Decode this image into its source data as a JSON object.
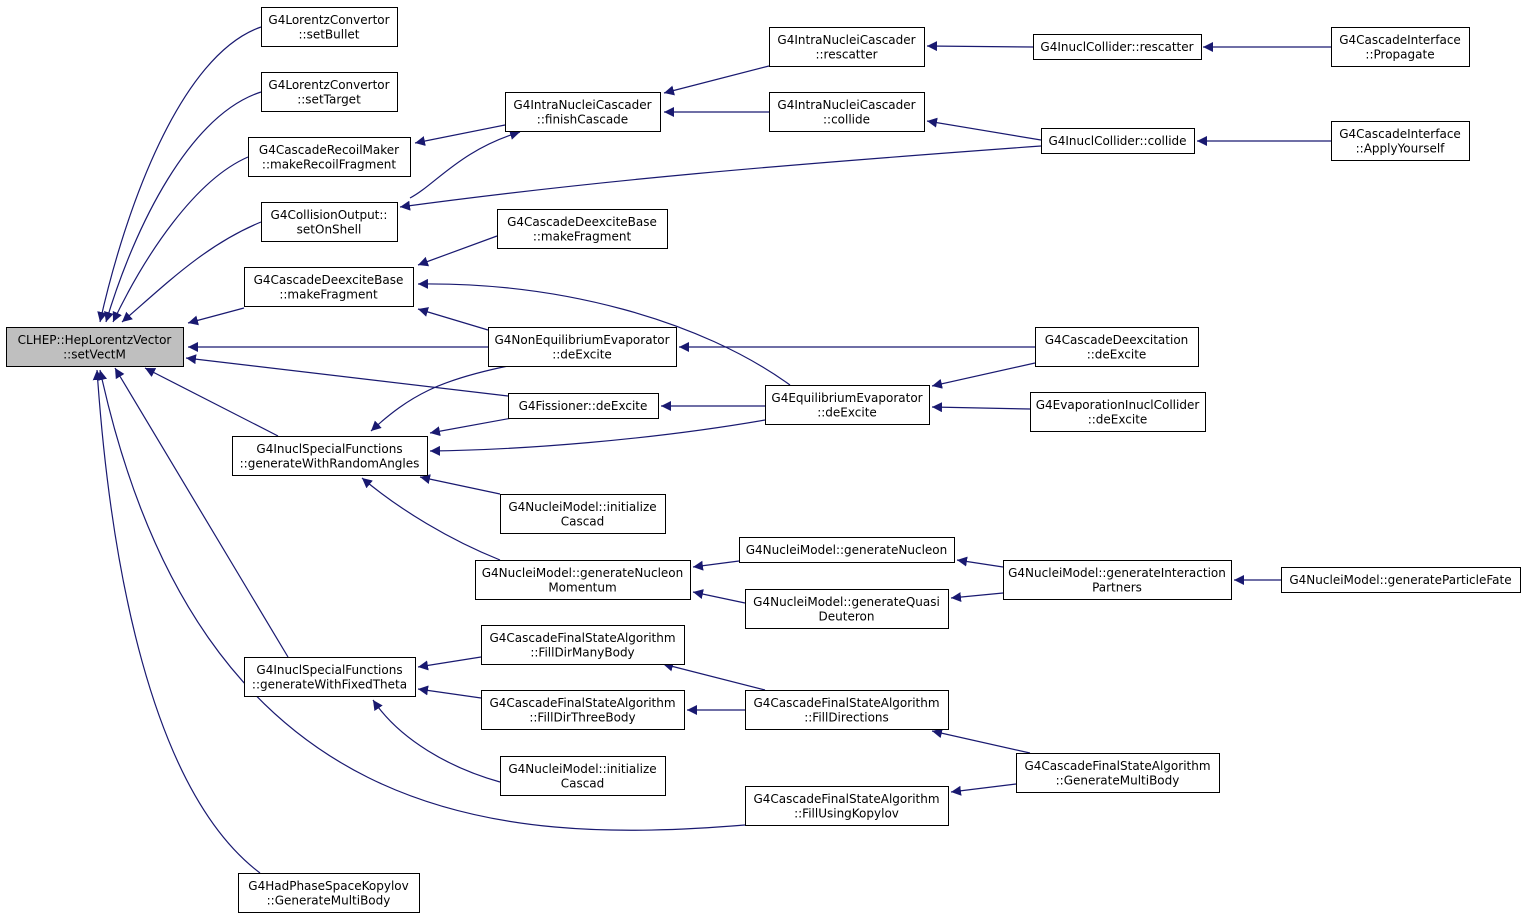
{
  "colors": {
    "edge": "#191970",
    "root_fill": "#bfbfbf",
    "node_fill": "#ffffff",
    "border": "#000000"
  },
  "nodes": [
    {
      "id": "root",
      "lines": [
        "CLHEP::HepLorentzVector",
        "::setVectM"
      ]
    },
    {
      "id": "setBullet",
      "lines": [
        "G4LorentzConvertor",
        "::setBullet"
      ]
    },
    {
      "id": "setTarget",
      "lines": [
        "G4LorentzConvertor",
        "::setTarget"
      ]
    },
    {
      "id": "makeRecoil",
      "lines": [
        "G4CascadeRecoilMaker",
        "::makeRecoilFragment"
      ]
    },
    {
      "id": "setOnShell",
      "lines": [
        "G4CollisionOutput::",
        "setOnShell"
      ]
    },
    {
      "id": "makeFragLeft",
      "lines": [
        "G4CascadeDeexciteBase",
        "::makeFragment"
      ]
    },
    {
      "id": "genRandom",
      "lines": [
        "G4InuclSpecialFunctions",
        "::generateWithRandomAngles"
      ]
    },
    {
      "id": "genFixed",
      "lines": [
        "G4InuclSpecialFunctions",
        "::generateWithFixedTheta"
      ]
    },
    {
      "id": "hadPhase",
      "lines": [
        "G4HadPhaseSpaceKopylov",
        "::GenerateMultiBody"
      ]
    },
    {
      "id": "finishCascade",
      "lines": [
        "G4IntraNucleiCascader",
        "::finishCascade"
      ]
    },
    {
      "id": "makeFragRight",
      "lines": [
        "G4CascadeDeexciteBase",
        "::makeFragment"
      ]
    },
    {
      "id": "nonEq",
      "lines": [
        "G4NonEquilibriumEvaporator",
        "::deExcite"
      ]
    },
    {
      "id": "fissioner",
      "lines": [
        "G4Fissioner::deExcite"
      ]
    },
    {
      "id": "initCasc1",
      "lines": [
        "G4NucleiModel::initialize",
        "Cascad"
      ]
    },
    {
      "id": "genNucMom",
      "lines": [
        "G4NucleiModel::generateNucleon",
        "Momentum"
      ]
    },
    {
      "id": "fillMany",
      "lines": [
        "G4CascadeFinalStateAlgorithm",
        "::FillDirManyBody"
      ]
    },
    {
      "id": "fillThree",
      "lines": [
        "G4CascadeFinalStateAlgorithm",
        "::FillDirThreeBody"
      ]
    },
    {
      "id": "initCasc2",
      "lines": [
        "G4NucleiModel::initialize",
        "Cascad"
      ]
    },
    {
      "id": "rescatterCasc",
      "lines": [
        "G4IntraNucleiCascader",
        "::rescatter"
      ]
    },
    {
      "id": "collideCasc",
      "lines": [
        "G4IntraNucleiCascader",
        "::collide"
      ]
    },
    {
      "id": "eqEvap",
      "lines": [
        "G4EquilibriumEvaporator",
        "::deExcite"
      ]
    },
    {
      "id": "genNucleon",
      "lines": [
        "G4NucleiModel::generateNucleon"
      ]
    },
    {
      "id": "genQuasi",
      "lines": [
        "G4NucleiModel::generateQuasi",
        "Deuteron"
      ]
    },
    {
      "id": "fillDirs",
      "lines": [
        "G4CascadeFinalStateAlgorithm",
        "::FillDirections"
      ]
    },
    {
      "id": "fillKopylov",
      "lines": [
        "G4CascadeFinalStateAlgorithm",
        "::FillUsingKopylov"
      ]
    },
    {
      "id": "collRescatter",
      "lines": [
        "G4InuclCollider::rescatter"
      ]
    },
    {
      "id": "collCollide",
      "lines": [
        "G4InuclCollider::collide"
      ]
    },
    {
      "id": "deexcitation",
      "lines": [
        "G4CascadeDeexcitation",
        "::deExcite"
      ]
    },
    {
      "id": "evapColl",
      "lines": [
        "G4EvaporationInuclCollider",
        "::deExcite"
      ]
    },
    {
      "id": "genPartners",
      "lines": [
        "G4NucleiModel::generateInteraction",
        "Partners"
      ]
    },
    {
      "id": "genMulti",
      "lines": [
        "G4CascadeFinalStateAlgorithm",
        "::GenerateMultiBody"
      ]
    },
    {
      "id": "propagate",
      "lines": [
        "G4CascadeInterface",
        "::Propagate"
      ]
    },
    {
      "id": "applyYourself",
      "lines": [
        "G4CascadeInterface",
        "::ApplyYourself"
      ]
    },
    {
      "id": "genFate",
      "lines": [
        "G4NucleiModel::generateParticleFate"
      ]
    }
  ]
}
